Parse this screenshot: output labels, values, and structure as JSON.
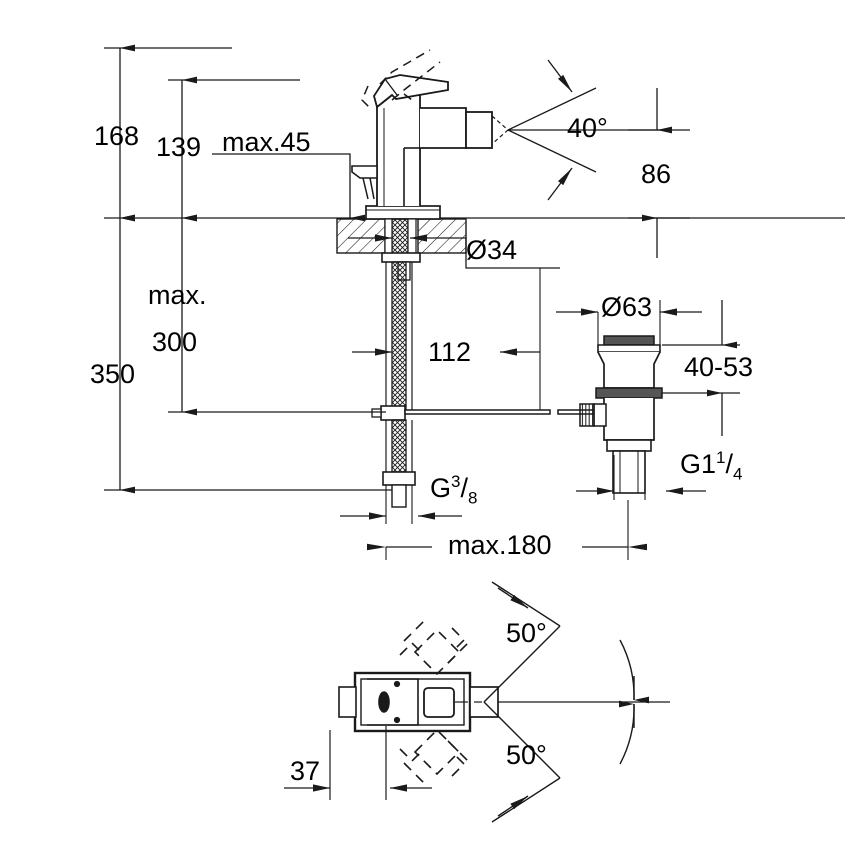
{
  "drawing": {
    "title": "Bidet mixer technical dimension drawing",
    "units": "mm",
    "line_color": "#1a1a1a",
    "text_color": "#000000",
    "background": "#ffffff"
  },
  "dimensions": {
    "height_168": "168",
    "height_139": "139",
    "max_45": "max.45",
    "angle_40": "40°",
    "height_86": "86",
    "diameter_34": "Ø34",
    "max_label": "max.",
    "value_300": "300",
    "height_350": "350",
    "length_112": "112",
    "diameter_63": "Ø63",
    "range_40_53": "40-53",
    "thread_g38_prefix": "G",
    "thread_g38_num": "3",
    "thread_g38_den": "8",
    "thread_g114_prefix": "G1",
    "thread_g114_num": "1",
    "thread_g114_den": "4",
    "max_180": "max.180",
    "angle_50_top": "50°",
    "angle_50_bottom": "50°",
    "width_37": "37"
  },
  "views": {
    "elevation": "front-elevation-view",
    "plan": "top-plan-view"
  }
}
